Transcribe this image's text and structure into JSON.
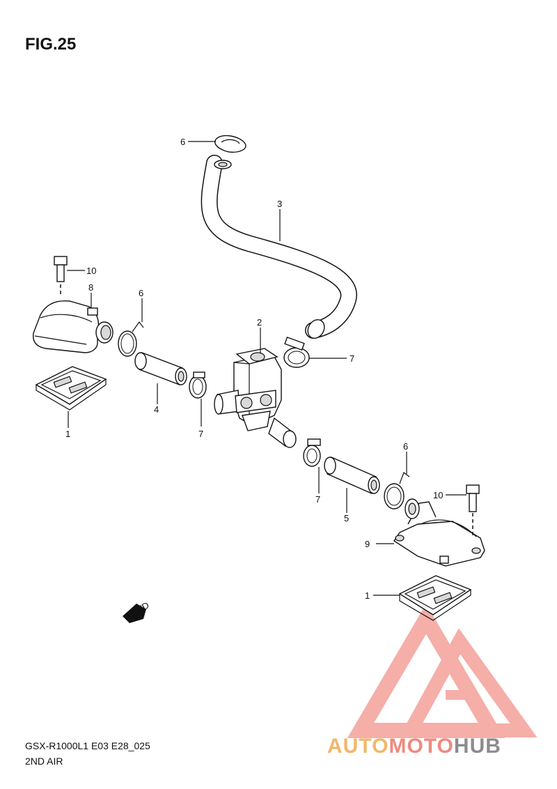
{
  "figure": {
    "title": "FIG.25",
    "model_code": "GSX-R1000L1 E03 E28_025",
    "section_name": "2ND AIR"
  },
  "callouts": [
    {
      "id": "c-6-top",
      "label": "6"
    },
    {
      "id": "c-3",
      "label": "3"
    },
    {
      "id": "c-10-left",
      "label": "10"
    },
    {
      "id": "c-8",
      "label": "8"
    },
    {
      "id": "c-6-left",
      "label": "6"
    },
    {
      "id": "c-2",
      "label": "2"
    },
    {
      "id": "c-7-right",
      "label": "7"
    },
    {
      "id": "c-4",
      "label": "4"
    },
    {
      "id": "c-7-mid",
      "label": "7"
    },
    {
      "id": "c-1-left",
      "label": "1"
    },
    {
      "id": "c-6-right",
      "label": "6"
    },
    {
      "id": "c-10-right",
      "label": "10"
    },
    {
      "id": "c-7-low",
      "label": "7"
    },
    {
      "id": "c-5",
      "label": "5"
    },
    {
      "id": "c-9",
      "label": "9"
    },
    {
      "id": "c-1-right",
      "label": "1"
    }
  ],
  "fwd_marker": "FWD",
  "watermark": {
    "brand_parts": [
      "AUTO",
      "MOTO",
      "HUB"
    ],
    "colors": {
      "auto": "#f2b76a",
      "moto": "#f08a7e",
      "hub": "#8c8c8c",
      "logo": "#f4a19a"
    }
  }
}
